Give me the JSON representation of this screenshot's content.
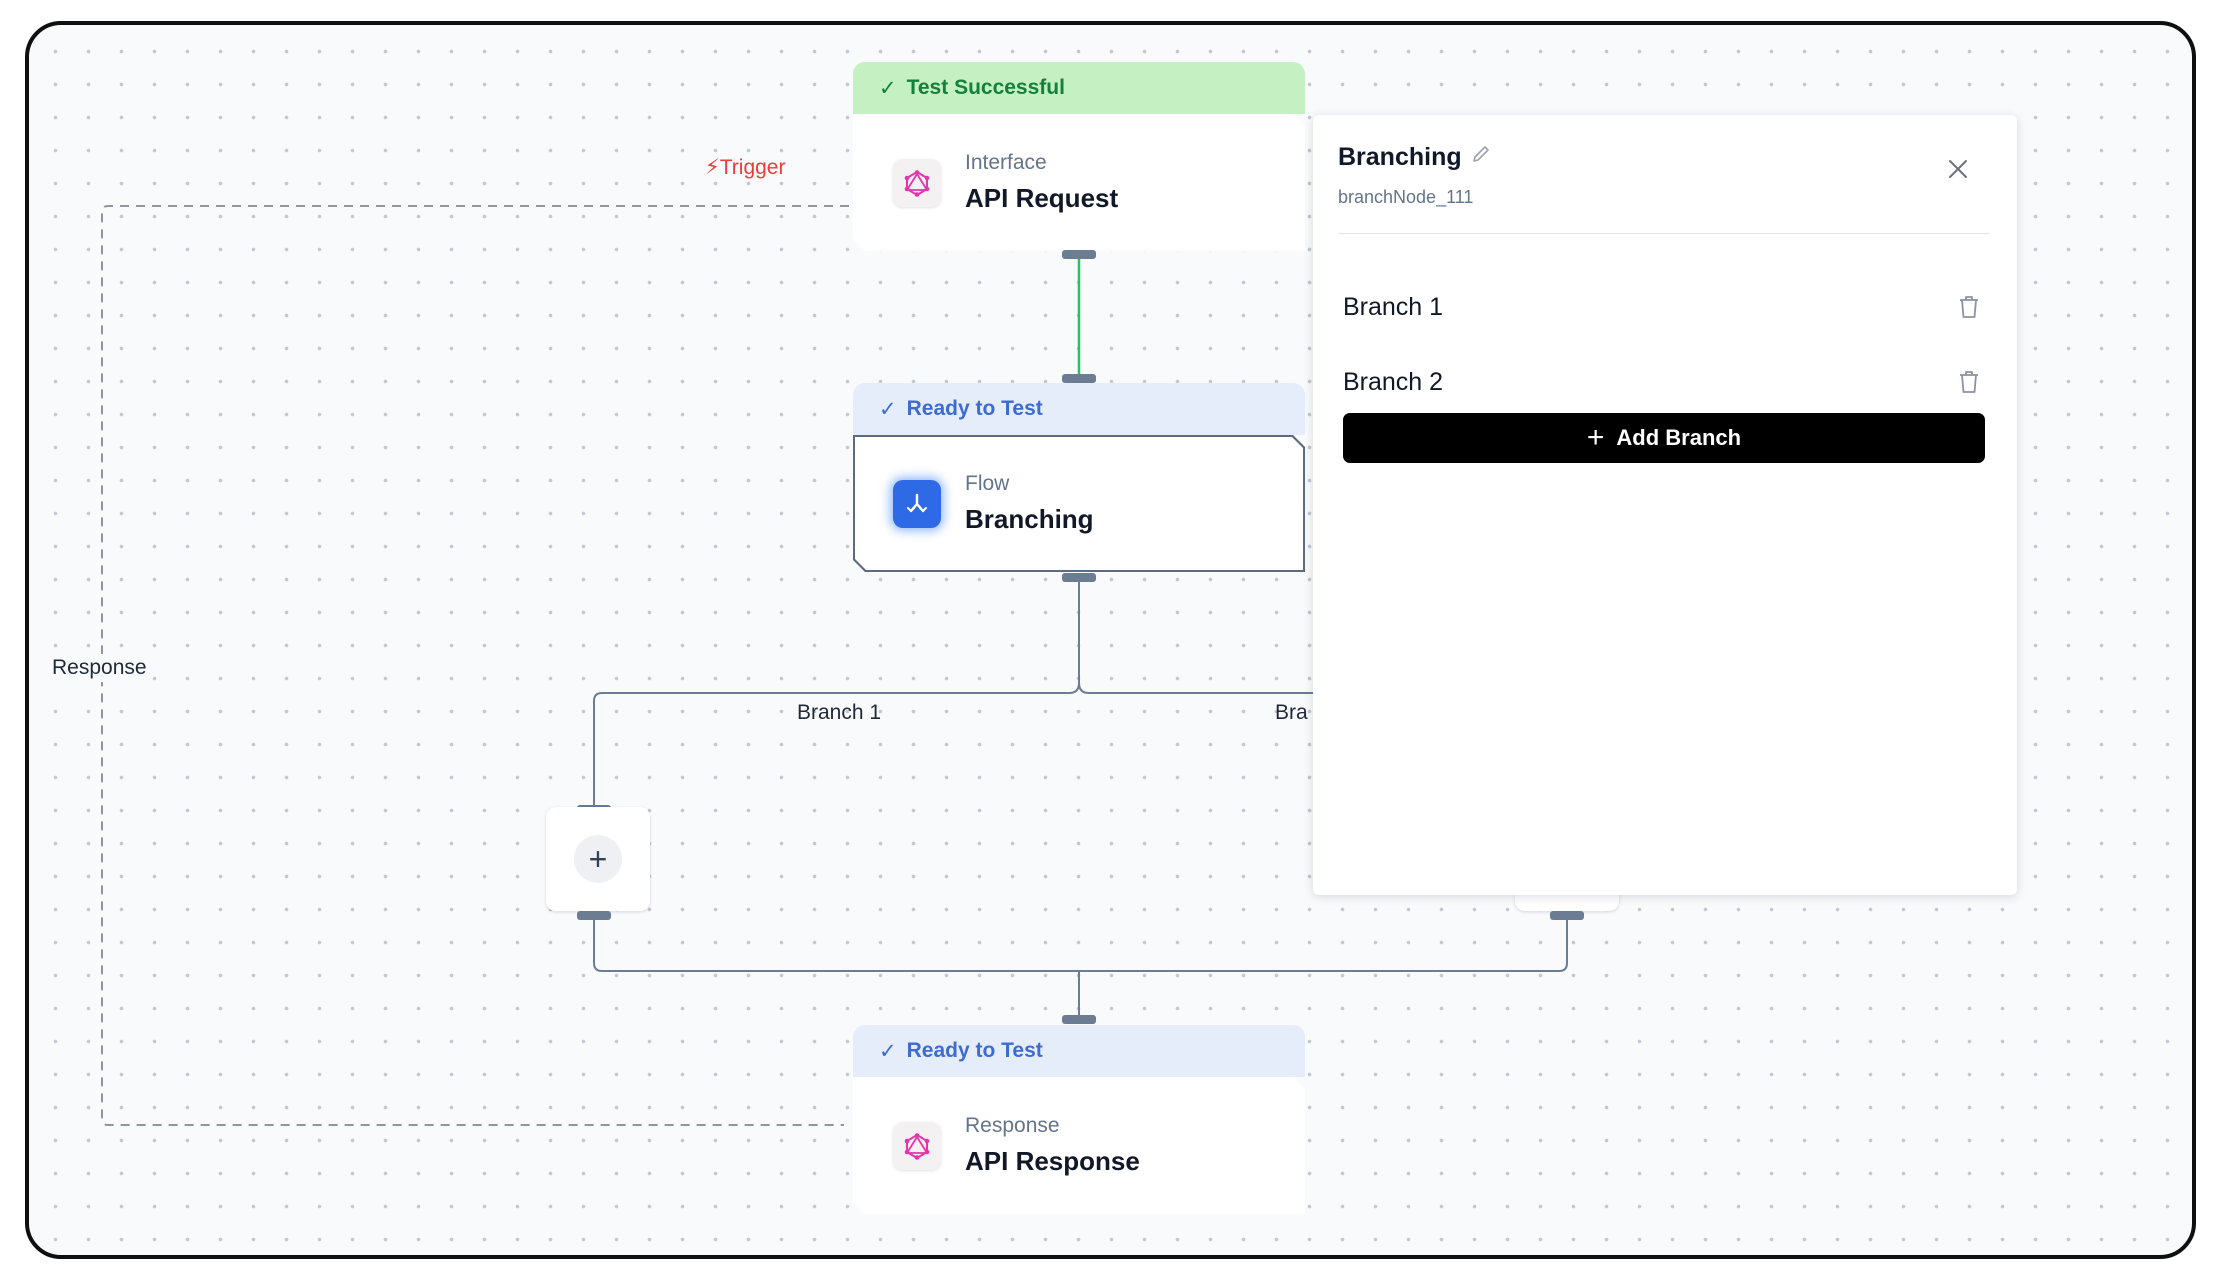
{
  "canvas": {
    "trigger_label": "⚡Trigger",
    "response_edge_label": "Response",
    "branch1_edge_label": "Branch 1",
    "branch2_edge_label_partial": "Bra"
  },
  "nodes": {
    "api_request": {
      "status": "Test Successful",
      "kind": "Interface",
      "title": "API Request",
      "icon": "graphql-icon"
    },
    "branching": {
      "status": "Ready to Test",
      "kind": "Flow",
      "title": "Branching",
      "icon": "branch-icon"
    },
    "api_response": {
      "status": "Ready to Test",
      "kind": "Response",
      "title": "API Response",
      "icon": "graphql-icon"
    },
    "add_step": {
      "symbol": "+"
    }
  },
  "panel": {
    "title": "Branching",
    "node_id": "branchNode_111",
    "branches": [
      {
        "label": "Branch 1"
      },
      {
        "label": "Branch 2"
      }
    ],
    "add_button_label": "Add Branch"
  },
  "colors": {
    "success_bg": "#c4f0c2",
    "success_text": "#15803d",
    "ready_bg": "#e5edfb",
    "ready_text": "#3d6bd1",
    "success_edge": "#22c55e",
    "edge": "#6b7c93",
    "trigger": "#ef3b3b",
    "button_bg": "#000000"
  }
}
